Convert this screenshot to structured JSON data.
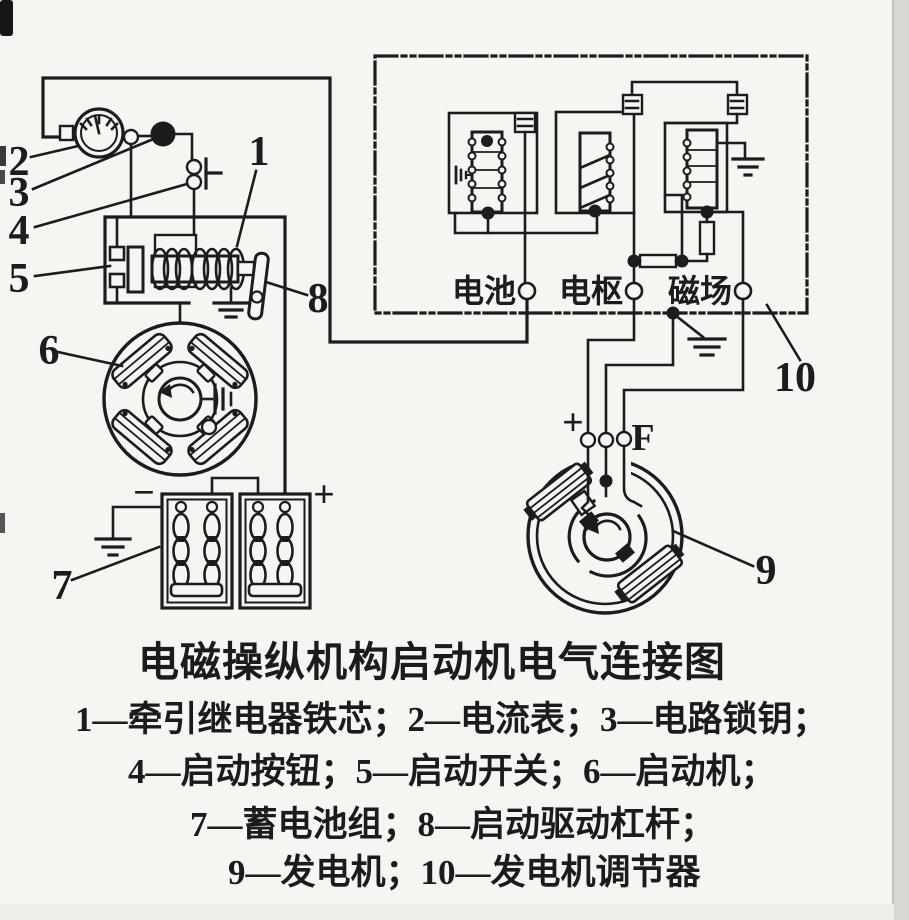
{
  "figure": {
    "title": "电磁操纵机构启动机电气连接图",
    "caption_lines": [
      "1—牵引继电器铁芯；2—电流表；3—电路锁钥；",
      "4—启动按钮；5—启动开关；6—启动机；",
      "7—蓄电池组；8—启动驱动杠杆；",
      "9—发电机；10—发电机调节器"
    ]
  },
  "diagram": {
    "part_numbers": {
      "n1": "1",
      "n2": "2",
      "n3": "3",
      "n4": "4",
      "n5": "5",
      "n6": "6",
      "n7": "7",
      "n8": "8",
      "n9": "9",
      "n10": "10"
    },
    "regulator_terminals": {
      "battery": "电池",
      "armature": "电枢",
      "field": "磁场"
    },
    "generator_terminals": {
      "plus": "+",
      "field": "F"
    },
    "battery_terminals": {
      "minus": "−",
      "plus": "+"
    }
  },
  "colors": {
    "ink": "#1c1c1c",
    "paper": "#f6f5f1"
  }
}
